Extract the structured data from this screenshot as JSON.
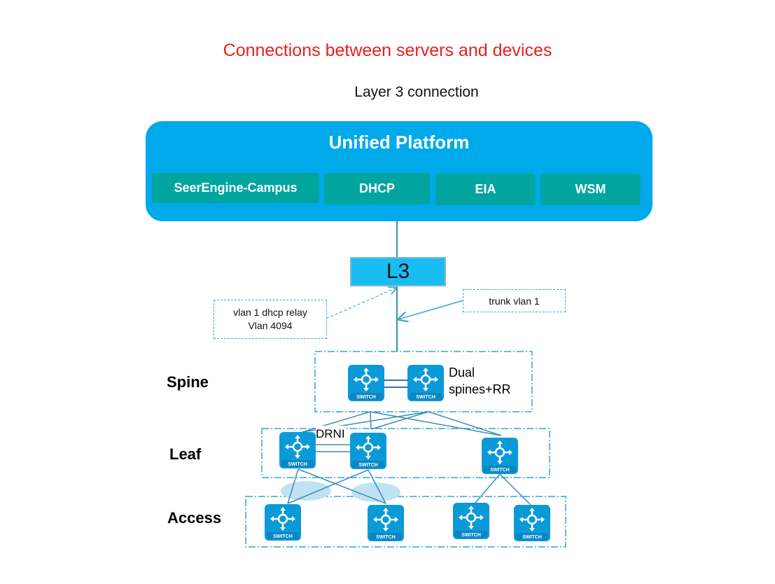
{
  "header": {
    "title": "Connections between servers and devices",
    "subtitle": "Layer 3 connection"
  },
  "platform": {
    "title": "Unified Platform",
    "modules": [
      "SeerEngine-Campus",
      "DHCP",
      "EIA",
      "WSM"
    ]
  },
  "router": {
    "label": "L3"
  },
  "callouts": {
    "left_line1": "vlan 1 dhcp relay",
    "left_line2": "Vlan 4094",
    "right": "trunk vlan 1"
  },
  "layers": {
    "spine": "Spine",
    "leaf": "Leaf",
    "access": "Access"
  },
  "notes": {
    "dual_line1": "Dual",
    "dual_line2": "spines+RR",
    "drni": "DRNI"
  },
  "switch": {
    "caption": "SWITCH",
    "icon": "switch-icon"
  },
  "colors": {
    "title": "#e8211d",
    "platform": "#00a9ea",
    "module": "#00a5a0",
    "router": "#19bdf2",
    "link": "#3a8db8",
    "switch": "#0a9ad8"
  }
}
